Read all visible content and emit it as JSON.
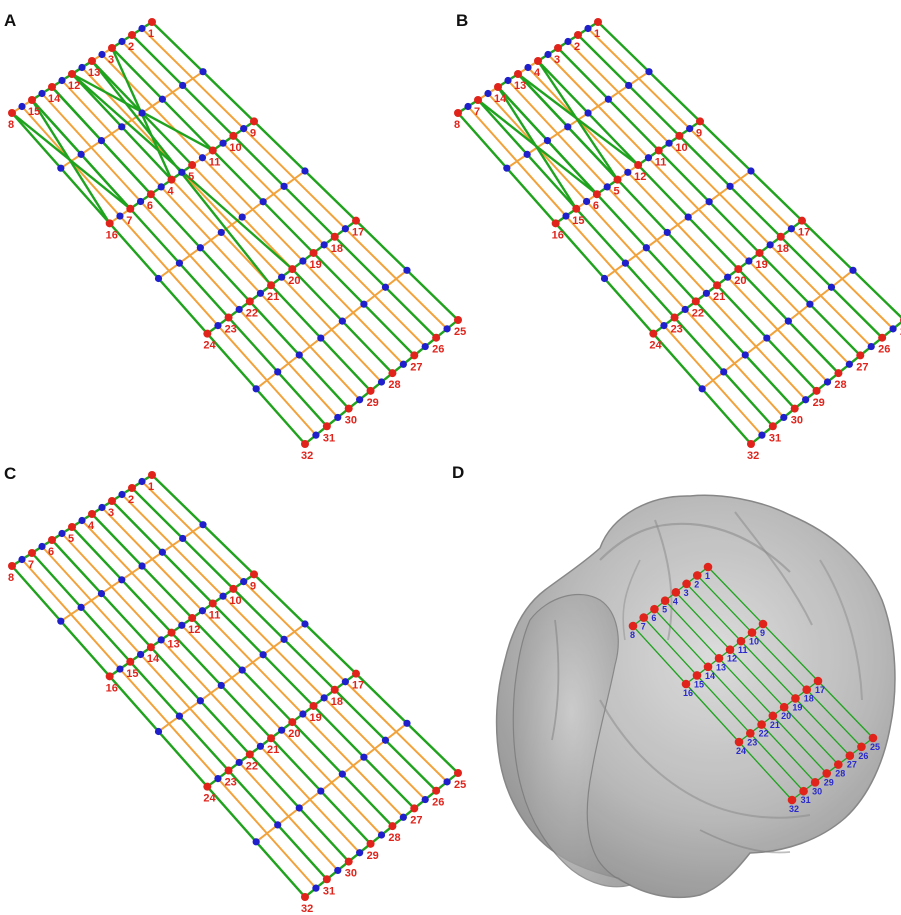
{
  "panels": [
    {
      "key": "A",
      "letter": "A",
      "pairs": [
        [
          13,
          4
        ],
        [
          5,
          12
        ],
        [
          14,
          6
        ],
        [
          7,
          15
        ]
      ]
    },
    {
      "key": "B",
      "letter": "B",
      "pairs": [
        [
          13,
          5
        ],
        [
          6,
          14
        ]
      ]
    },
    {
      "key": "C",
      "letter": "C",
      "pairs": []
    },
    {
      "key": "D",
      "letter": "D"
    }
  ],
  "electrode_labels": [
    "1",
    "2",
    "3",
    "4",
    "5",
    "6",
    "7",
    "8",
    "9",
    "10",
    "11",
    "12",
    "13",
    "14",
    "15",
    "16",
    "17",
    "18",
    "19",
    "20",
    "21",
    "22",
    "23",
    "24",
    "25",
    "26",
    "27",
    "28",
    "29",
    "30",
    "31",
    "32"
  ],
  "brain_labels": [
    "1",
    "2",
    "3",
    "4",
    "5",
    "6",
    "7",
    "8",
    "9",
    "10",
    "11",
    "12",
    "13",
    "14",
    "15",
    "16",
    "17",
    "18",
    "19",
    "20",
    "21",
    "22",
    "23",
    "24",
    "25",
    "26",
    "27",
    "28",
    "29",
    "30",
    "31",
    "32"
  ],
  "colors": {
    "mesh": "#f2a23a",
    "grid": "#1fa31f",
    "electrode": "#e0241c",
    "mesh_node": "#1f1fcc",
    "label": "#e0241c",
    "brain_label": "#2a2acc",
    "brain": "#a8a8a8"
  }
}
